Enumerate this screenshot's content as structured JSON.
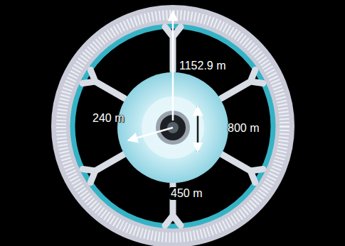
{
  "diagram": {
    "labels": [
      "1152.9 m",
      "240 m",
      "800 m",
      "450 m"
    ]
  }
}
